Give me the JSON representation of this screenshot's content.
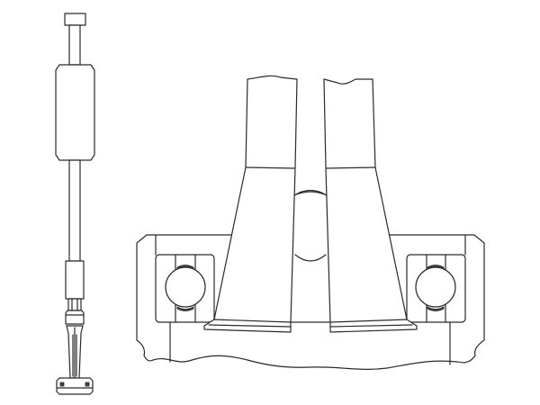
{
  "figure": {
    "components": [
      "slide-hammer-puller",
      "internal-bearing-puller-jaws",
      "bearing-housing",
      "ball-bearing-left",
      "ball-bearing-right",
      "shaft"
    ],
    "colors": {
      "line": "#2a2a2a",
      "background": "#ffffff"
    }
  }
}
